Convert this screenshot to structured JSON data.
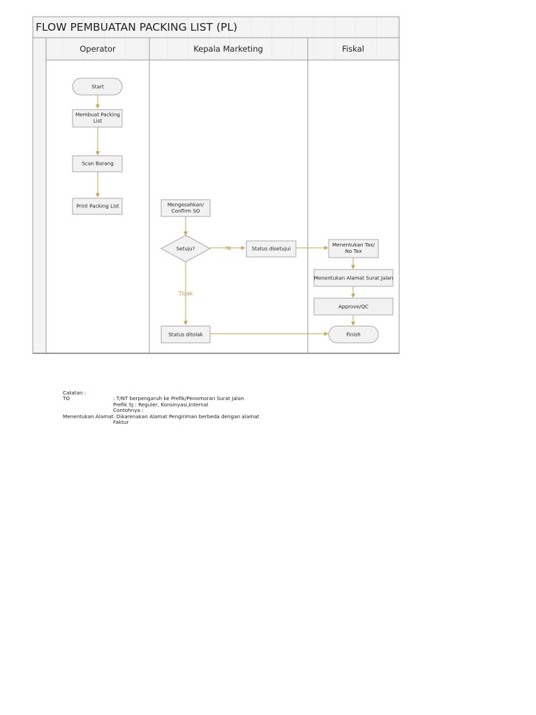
{
  "diagram": {
    "title": "FLOW PEMBUATAN PACKING LIST (PL)",
    "lanes": [
      "Operator",
      "Kepala Marketing",
      "Fiskal"
    ],
    "nodes": {
      "start": [
        "Start"
      ],
      "membuat_packing_list": [
        "Membuat Packing",
        "List"
      ],
      "scan_barang": [
        "Scan Barang"
      ],
      "print_packing_list": [
        "Print Packing List"
      ],
      "mengesahkan": [
        "Mengesahkan/",
        "Confirm SO"
      ],
      "setuju": [
        "Setuju?"
      ],
      "status_disetujui": [
        "Status disetujui"
      ],
      "status_ditolak": [
        "Status ditolak"
      ],
      "menentukan_tax": [
        "Menentukan Tax/",
        "No Tax"
      ],
      "menentukan_alamat": [
        "Menentukan Alamat Surat Jalan"
      ],
      "approve_qc": [
        "Approve/QC"
      ],
      "finish": [
        "Finish"
      ]
    },
    "edge_labels": {
      "ya": "Ya",
      "tidak": "Tidak"
    }
  },
  "colors": {
    "connector": "#c7a74a",
    "node_fill": "#f2f2f2",
    "node_border": "#a9a9a9",
    "frame": "#9a9a9a",
    "header_fill": "#f2f2f2",
    "label_accent": "#b39a3e"
  },
  "notes": {
    "heading": "Catatan :",
    "rows": [
      {
        "label": "TO",
        "lines": [
          ": T/NT berpengaruh ke Prefik/Penomoran Surat Jalan",
          "  Prefik SJ : Reguler, Konsinyasi,Internal",
          "  Contohnya :"
        ]
      },
      {
        "label": "Menentukan Alamat",
        "lines": [
          ": Dikarenakan Alamat Pengiriman berbeda dengan alamat",
          "  Faktur"
        ]
      }
    ]
  }
}
